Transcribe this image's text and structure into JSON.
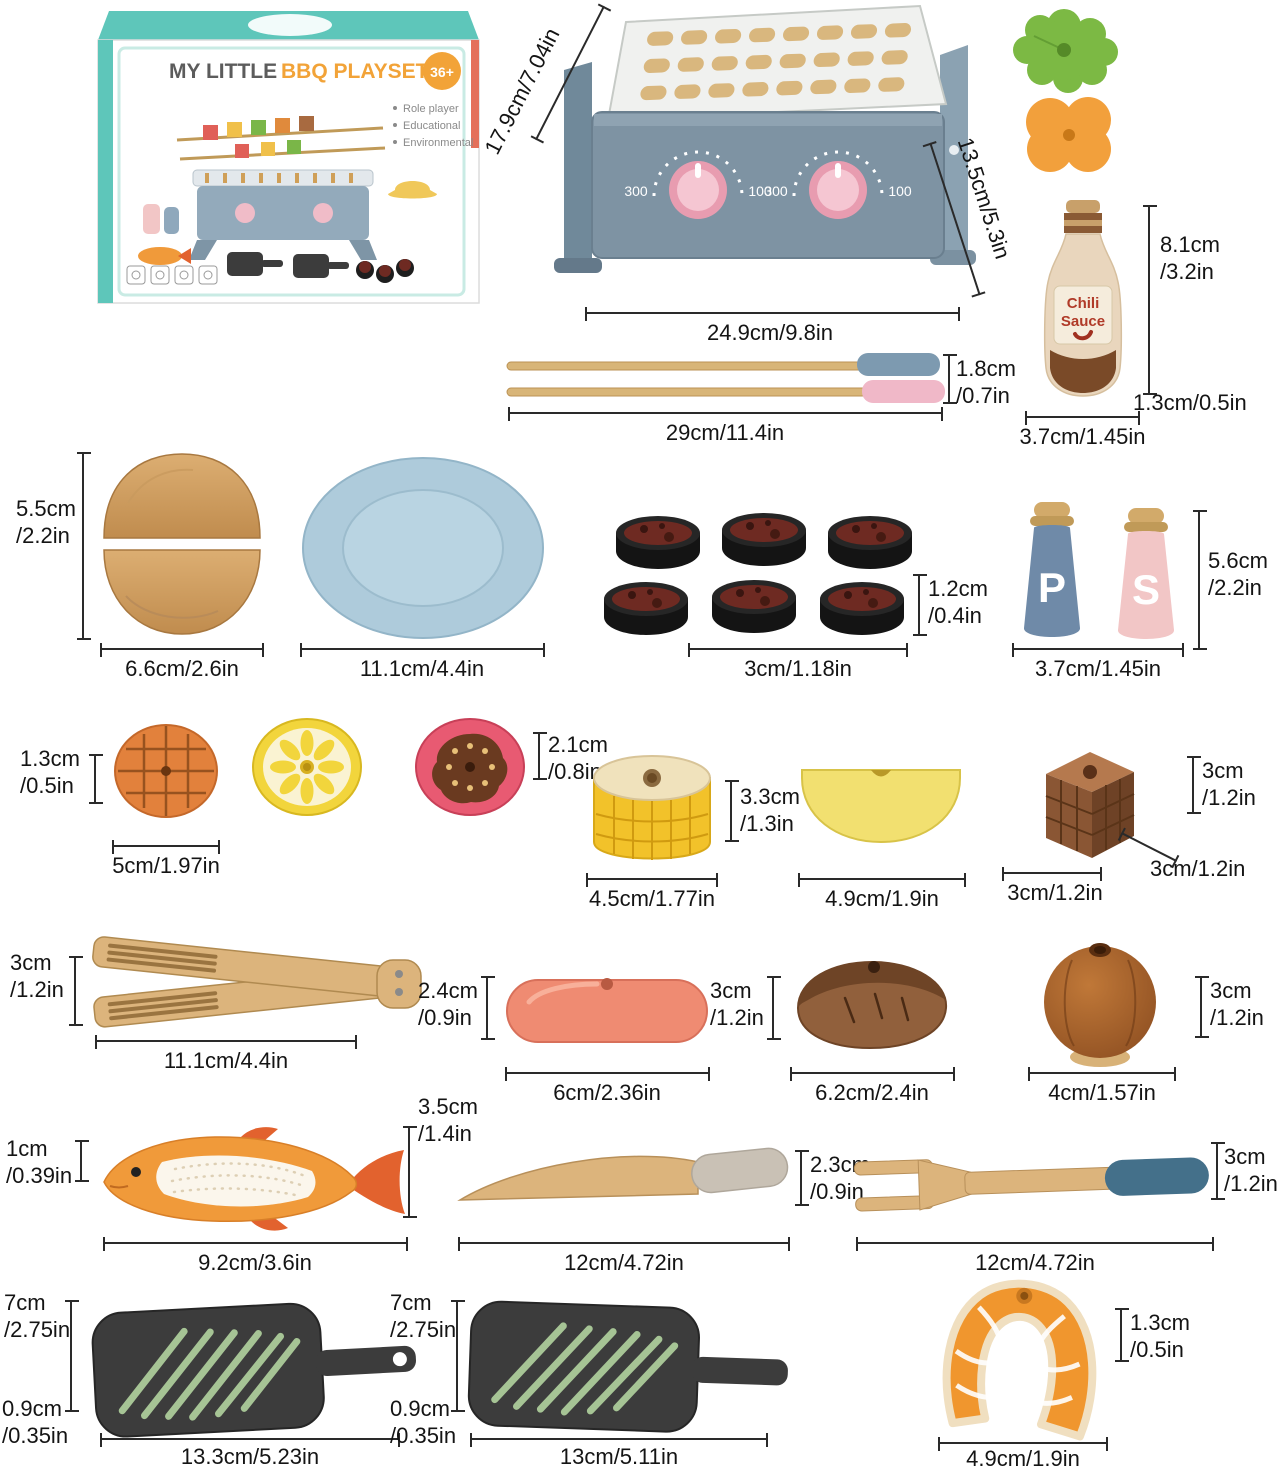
{
  "colors": {
    "accent_teal": "#5ec6ba",
    "accent_orange": "#f2a338",
    "grill_body": "#7e93a3",
    "knob_pink": "#f5c6d2",
    "dim_line": "#2a2a2a"
  },
  "box": {
    "title_main": "MY LITTLE",
    "title_accent": "BBQ PLAYSET",
    "age_badge": "36+",
    "bullets": [
      "Role player",
      "Educational",
      "Environmental"
    ]
  },
  "grill": {
    "dial_min": "300",
    "dial_max": "100",
    "dim_depth": "17.9cm/7.04in",
    "dim_height": "13.5cm/5.3in",
    "dim_width": "24.9cm/9.8in"
  },
  "skewers": {
    "dim_thickness": "1.8cm\n/0.7in",
    "dim_length": "29cm/11.4in"
  },
  "sauce_bottle": {
    "label_line1": "Chili",
    "label_line2": "Sauce",
    "dim_height": "8.1cm\n/3.2in",
    "dim_depth": "1.3cm/0.5in",
    "dim_width": "3.7cm/1.45in"
  },
  "buns": {
    "dim_height": "5.5cm\n/2.2in",
    "dim_width": "6.6cm/2.6in"
  },
  "plate": {
    "dim_width": "11.1cm/4.4in"
  },
  "patties": {
    "dim_height": "1.2cm\n/0.4in",
    "dim_width": "3cm/1.18in"
  },
  "shakers": {
    "pepper_letter": "P",
    "salt_letter": "S",
    "dim_height": "5.6cm\n/2.2in",
    "dim_width": "3.7cm/1.45in"
  },
  "food_slices": {
    "dim_height": "1.3cm\n/0.5in",
    "dim_width": "5cm/1.97in",
    "dim_thickness": "2.1cm\n/0.8in"
  },
  "corn": {
    "dim_height": "3.3cm\n/1.3in",
    "dim_width": "4.5cm/1.77in"
  },
  "butter": {
    "dim_width": "4.9cm/1.9in"
  },
  "chocolate": {
    "dim_height": "3cm\n/1.2in",
    "dim_width": "3cm/1.2in",
    "dim_depth": "3cm/1.2in"
  },
  "tongs": {
    "dim_height": "3cm\n/1.2in",
    "dim_length": "11.1cm/4.4in"
  },
  "sausage": {
    "dim_height": "2.4cm\n/0.9in",
    "dim_length": "6cm/2.36in"
  },
  "sweet_potato": {
    "dim_height": "3cm\n/1.2in",
    "dim_length": "6.2cm/2.4in"
  },
  "onion": {
    "dim_height": "3cm\n/1.2in",
    "dim_width": "4cm/1.57in"
  },
  "fish": {
    "dim_tail": "1cm\n/0.39in",
    "dim_height": "3.5cm\n/1.4in",
    "dim_length": "9.2cm/3.6in"
  },
  "knife": {
    "dim_length": "12cm/4.72in",
    "dim_height": "2.3cm\n/0.9in"
  },
  "fork": {
    "dim_length": "12cm/4.72in",
    "dim_height": "3cm\n/1.2in"
  },
  "grill_pan_1": {
    "dim_height": "7cm\n/2.75in",
    "dim_thickness": "0.9cm\n/0.35in",
    "dim_length": "13.3cm/5.23in"
  },
  "grill_pan_2": {
    "dim_height": "7cm\n/2.75in",
    "dim_thickness": "0.9cm\n/0.35in",
    "dim_length": "13cm/5.11in"
  },
  "salmon": {
    "dim_height": "1.3cm\n/0.5in",
    "dim_width": "4.9cm/1.9in"
  }
}
